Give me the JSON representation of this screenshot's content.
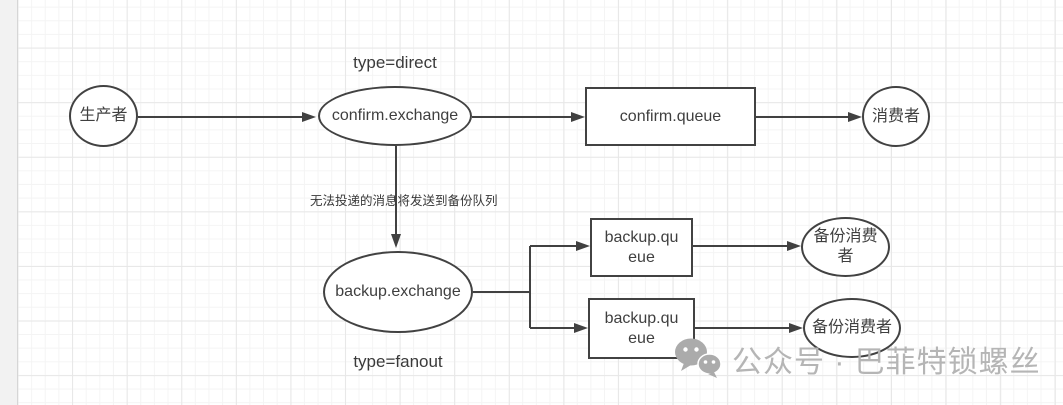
{
  "diagram": {
    "nodes": {
      "producer": {
        "label": "生产者",
        "shape": "ellipse"
      },
      "confirm_exchange": {
        "label": "confirm.exchange",
        "shape": "ellipse"
      },
      "confirm_queue": {
        "label": "confirm.queue",
        "shape": "rect"
      },
      "consumer": {
        "label": "消费者",
        "shape": "ellipse"
      },
      "backup_exchange": {
        "label": "backup.exchange",
        "shape": "ellipse"
      },
      "backup_queue_top": {
        "label": "backup.queue",
        "shape": "rect"
      },
      "backup_queue_bottom": {
        "label": "backup.queue",
        "shape": "rect"
      },
      "backup_consumer_top": {
        "label": "备份消费者",
        "shape": "ellipse"
      },
      "backup_consumer_bottom": {
        "label": "备份消费者",
        "shape": "ellipse"
      }
    },
    "annotations": {
      "type_direct": "type=direct",
      "type_fanout": "type=fanout",
      "dead_letter_note": "无法投递的消息将发送到备份队列"
    },
    "colors": {
      "shape_stroke": "#424242",
      "shape_text": "#3f3f3f",
      "grid_minor": "#f4f4f4",
      "grid_major": "#e7e7e7",
      "watermark_gray": "#b5b5b5"
    }
  },
  "watermark": {
    "icon": "wechat-icon",
    "text": "公众号 · 巴菲特锁螺丝"
  }
}
